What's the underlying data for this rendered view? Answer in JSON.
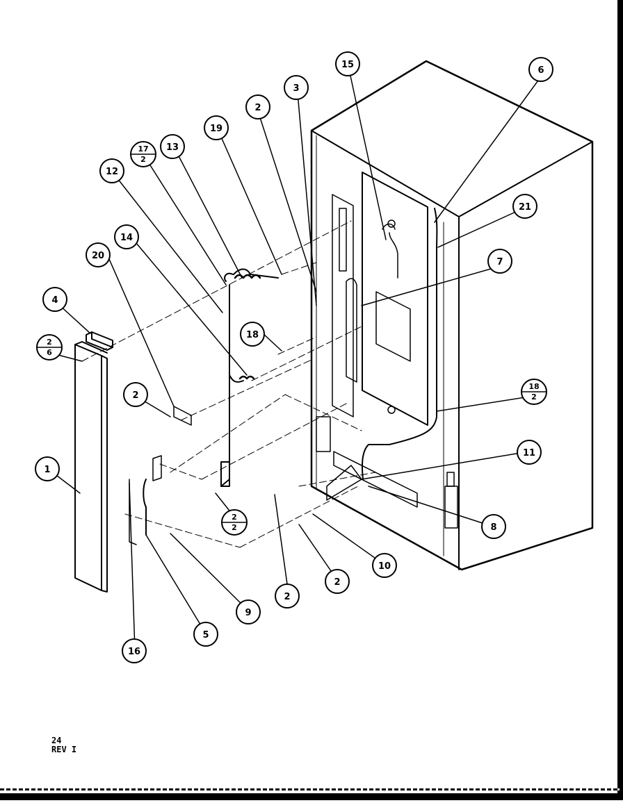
{
  "diagram": {
    "callouts": {
      "c1": "1",
      "c2a": "2",
      "c2b": "2",
      "c2c": "2",
      "c2d": "2",
      "c3": "3",
      "c4": "4",
      "c5": "5",
      "c6": "6",
      "c7": "7",
      "c8": "8",
      "c9": "9",
      "c10": "10",
      "c11": "11",
      "c12": "12",
      "c13": "13",
      "c14": "14",
      "c15": "15",
      "c16": "16",
      "c18": "18",
      "c19": "19",
      "c20": "20",
      "c21": "21"
    },
    "fractions": {
      "f2_6": {
        "top": "2",
        "bottom": "6"
      },
      "f17_2": {
        "top": "17",
        "bottom": "2"
      },
      "f18_2": {
        "top": "18",
        "bottom": "2"
      },
      "f2_2": {
        "top": "2",
        "bottom": "2"
      }
    }
  },
  "footer": {
    "page": "24",
    "revision": "REV  I"
  }
}
